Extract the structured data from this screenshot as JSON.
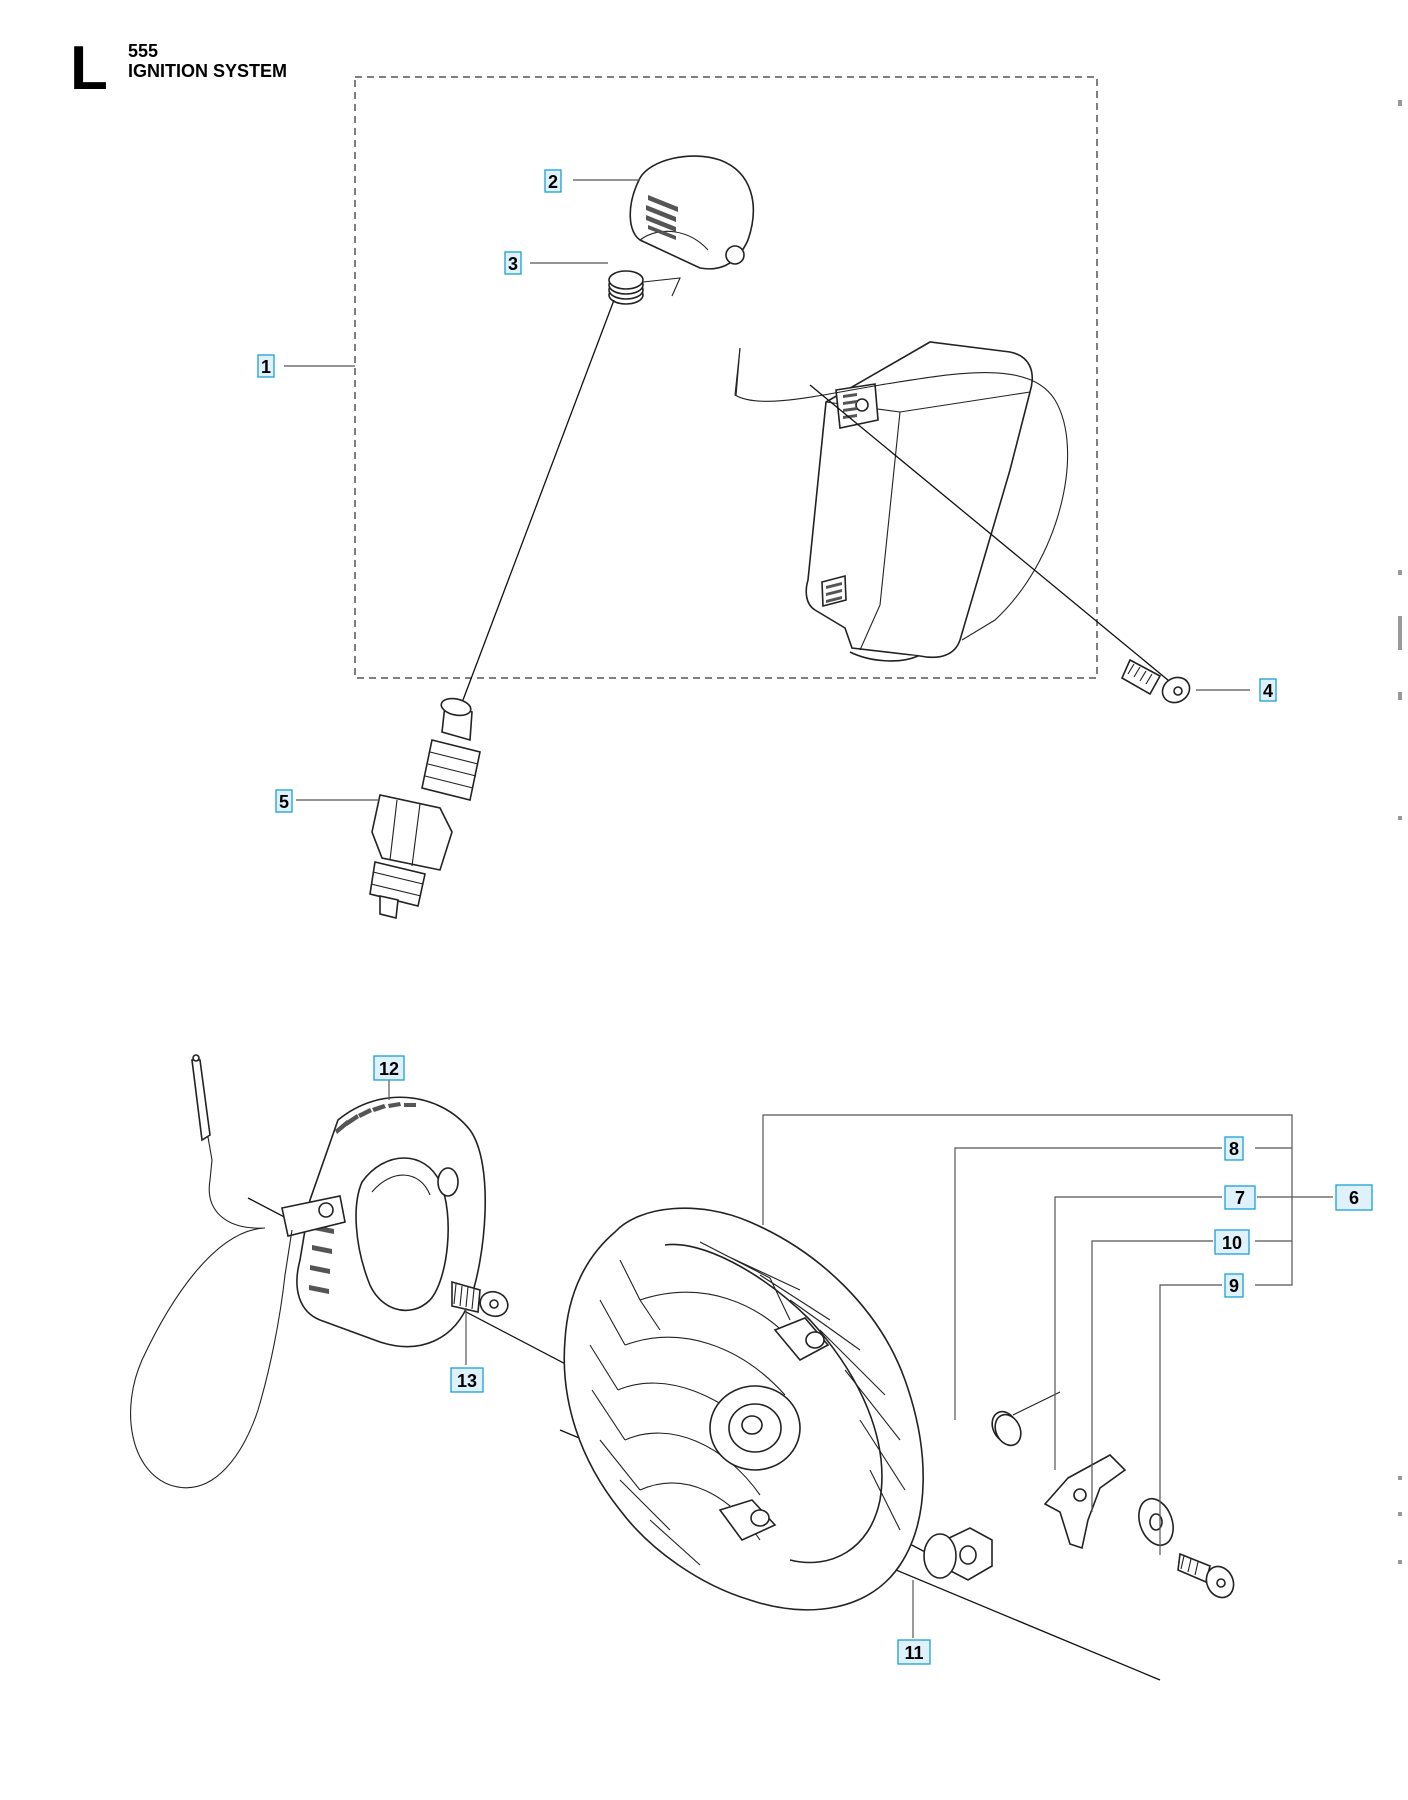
{
  "header": {
    "section_letter": "L",
    "model": "555",
    "title": "IGNITION SYSTEM"
  },
  "callouts": {
    "c1": "1",
    "c2": "2",
    "c3": "3",
    "c4": "4",
    "c5": "5",
    "c6": "6",
    "c7": "7",
    "c8": "8",
    "c9": "9",
    "c10": "10",
    "c11": "11",
    "c12": "12",
    "c13": "13"
  },
  "colors": {
    "callout_border": "#1aa0d6",
    "callout_fill": "#dff1fb",
    "line": "#222222",
    "dashed_box": "#555555"
  }
}
